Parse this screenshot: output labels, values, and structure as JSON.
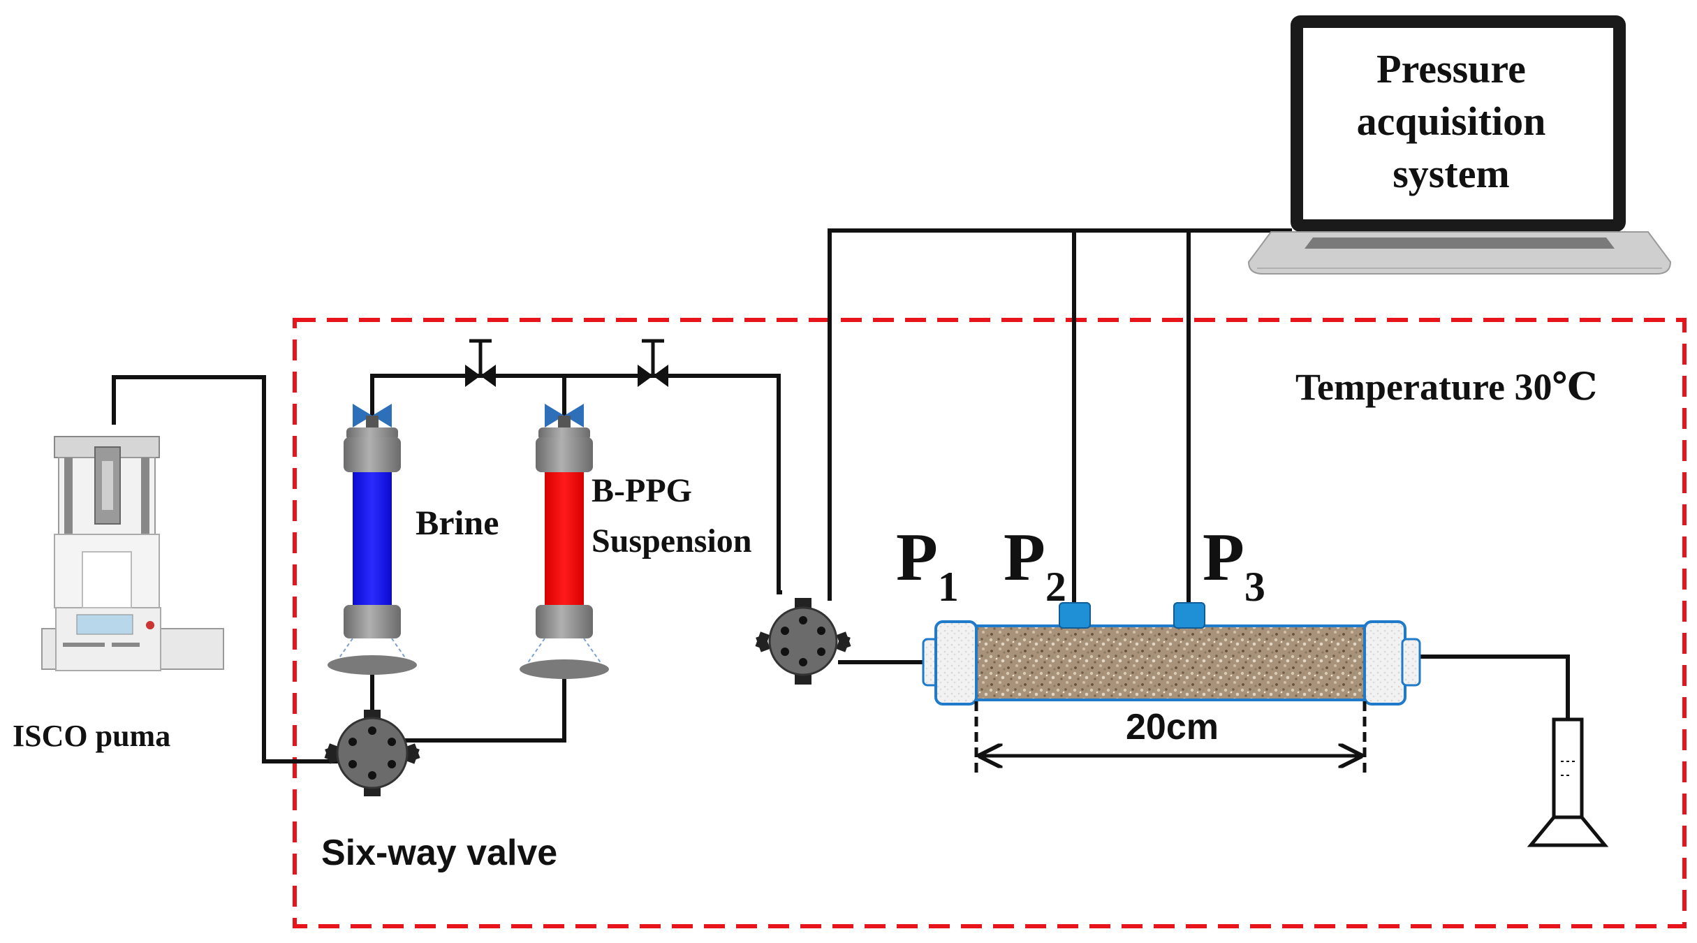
{
  "labels": {
    "pump": "ISCO puma",
    "six_way_valve": "Six-way valve",
    "brine": "Brine",
    "bppg_line1": "B-PPG",
    "bppg_line2": "Suspension",
    "temperature": "Temperature  30℃",
    "length": "20cm",
    "computer_line1": "Pressure",
    "computer_line2": "acquisition",
    "computer_line3": "system"
  },
  "pressure_taps": [
    {
      "letter": "P",
      "sub": "1"
    },
    {
      "letter": "P",
      "sub": "2"
    },
    {
      "letter": "P",
      "sub": "3"
    }
  ],
  "colors": {
    "brine_fluid": "#1a1aff",
    "bppg_fluid": "#ff0000",
    "enclosure_border": "#e8141c",
    "core_holder_outline": "#1f7ac9",
    "pressure_port": "#1f8fd6"
  },
  "icons": [
    "laptop-icon",
    "pump-icon",
    "six-way-valve-icon",
    "needle-valve-icon",
    "graduated-cylinder-icon",
    "core-holder-icon"
  ]
}
